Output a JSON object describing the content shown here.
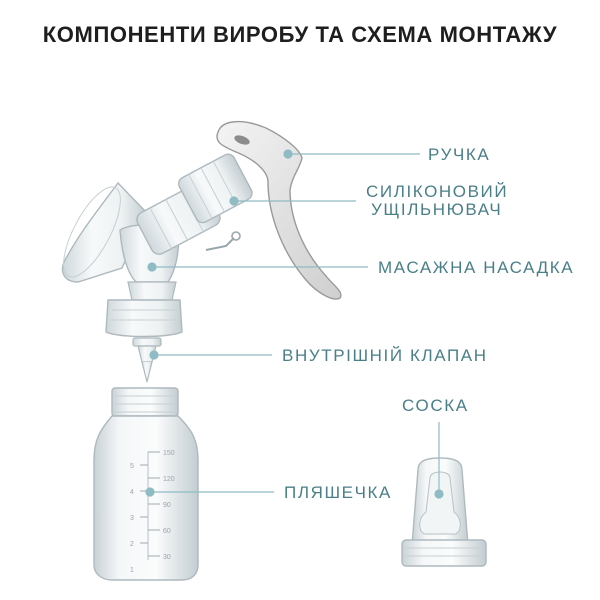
{
  "title": "КОМПОНЕНТИ ВИРОБУ ТА СХЕМА МОНТАЖУ",
  "labels": {
    "handle": "РУЧКА",
    "seal_line1": "СИЛІКОНОВИЙ",
    "seal_line2": "УЩІЛЬНЮВАЧ",
    "massage": "МАСАЖНА НАСАДКА",
    "valve": "ВНУТРІШНІЙ КЛАПАН",
    "nipple": "СОСКА",
    "bottle": "ПЛЯШЕЧКА"
  },
  "bottle_scale": [
    "150",
    "120",
    "90",
    "60",
    "30"
  ],
  "bottle_scale_oz": [
    "5",
    "4",
    "3",
    "2",
    "1"
  ],
  "colors": {
    "label": "#4a7f88",
    "leader": "#8fbcc4",
    "title": "#1e1e1e"
  }
}
